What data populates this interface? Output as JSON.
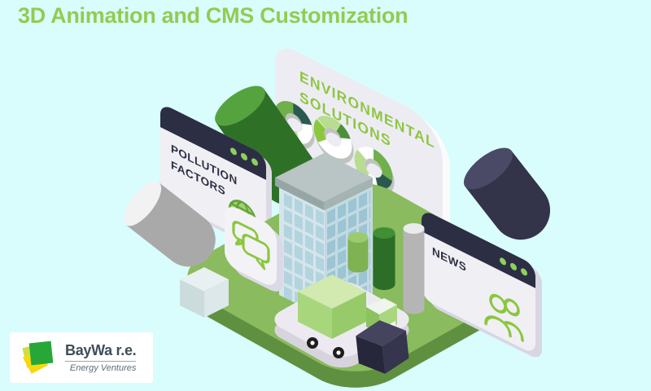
{
  "title": "3D Animation and CMS Customization",
  "colors": {
    "background": "#d9fdfc",
    "accent_green": "#8dc63f",
    "dark_navy": "#2c2e44",
    "platform_green": "#8abb5e",
    "logo_green": "#27a737",
    "logo_yellow": "#f6d80e"
  },
  "scene": {
    "environmental_panel": {
      "label": "ENVIRONMENTAL SOLUTIONS",
      "donut_charts": 3
    },
    "pollution_panel": {
      "label": "POLLUTION FACTORS",
      "window_dots": 3,
      "icon": "globe-icon"
    },
    "news_panel": {
      "label": "NEWS",
      "window_dots": 3,
      "icon": "people-icon"
    },
    "other_icons": [
      "chat-bubbles-icon"
    ],
    "objects": [
      "office-building",
      "delivery-truck",
      "bar-cylinders",
      "gray-cylinder",
      "green-cylinder",
      "navy-cylinder",
      "light-cube",
      "navy-cube"
    ]
  },
  "logo": {
    "brand": "BayWa r.e.",
    "tagline": "Energy Ventures"
  }
}
